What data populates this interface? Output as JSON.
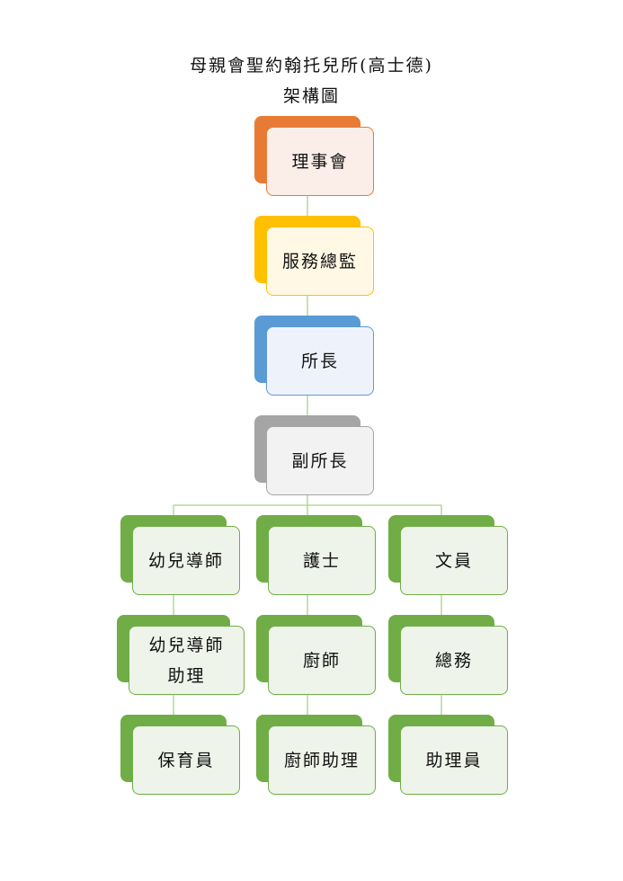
{
  "title": {
    "line1": "母親會聖約翰托兒所(高士德)",
    "line2": "架構圖"
  },
  "colors": {
    "orange": "#E87B34",
    "orange_fill": "#FBEEE8",
    "yellow": "#FFC000",
    "yellow_fill": "#FFF8E4",
    "blue": "#5B9BD5",
    "blue_fill": "#EEF3FB",
    "gray": "#A5A5A5",
    "gray_fill": "#F2F2F2",
    "green": "#70AD47",
    "green_fill": "#EEF4E9",
    "connector": "#A9D18E"
  },
  "nodes": {
    "board": "理事會",
    "director": "服務總監",
    "principal": "所長",
    "vice_principal": "副所長",
    "teacher": "幼兒導師",
    "nurse": "護士",
    "clerk": "文員",
    "teacher_assistant_1": "幼兒導師",
    "teacher_assistant_2": "助理",
    "cook": "廚師",
    "general_affairs": "總務",
    "caregiver": "保育員",
    "cook_assistant": "廚師助理",
    "assistant": "助理員"
  }
}
